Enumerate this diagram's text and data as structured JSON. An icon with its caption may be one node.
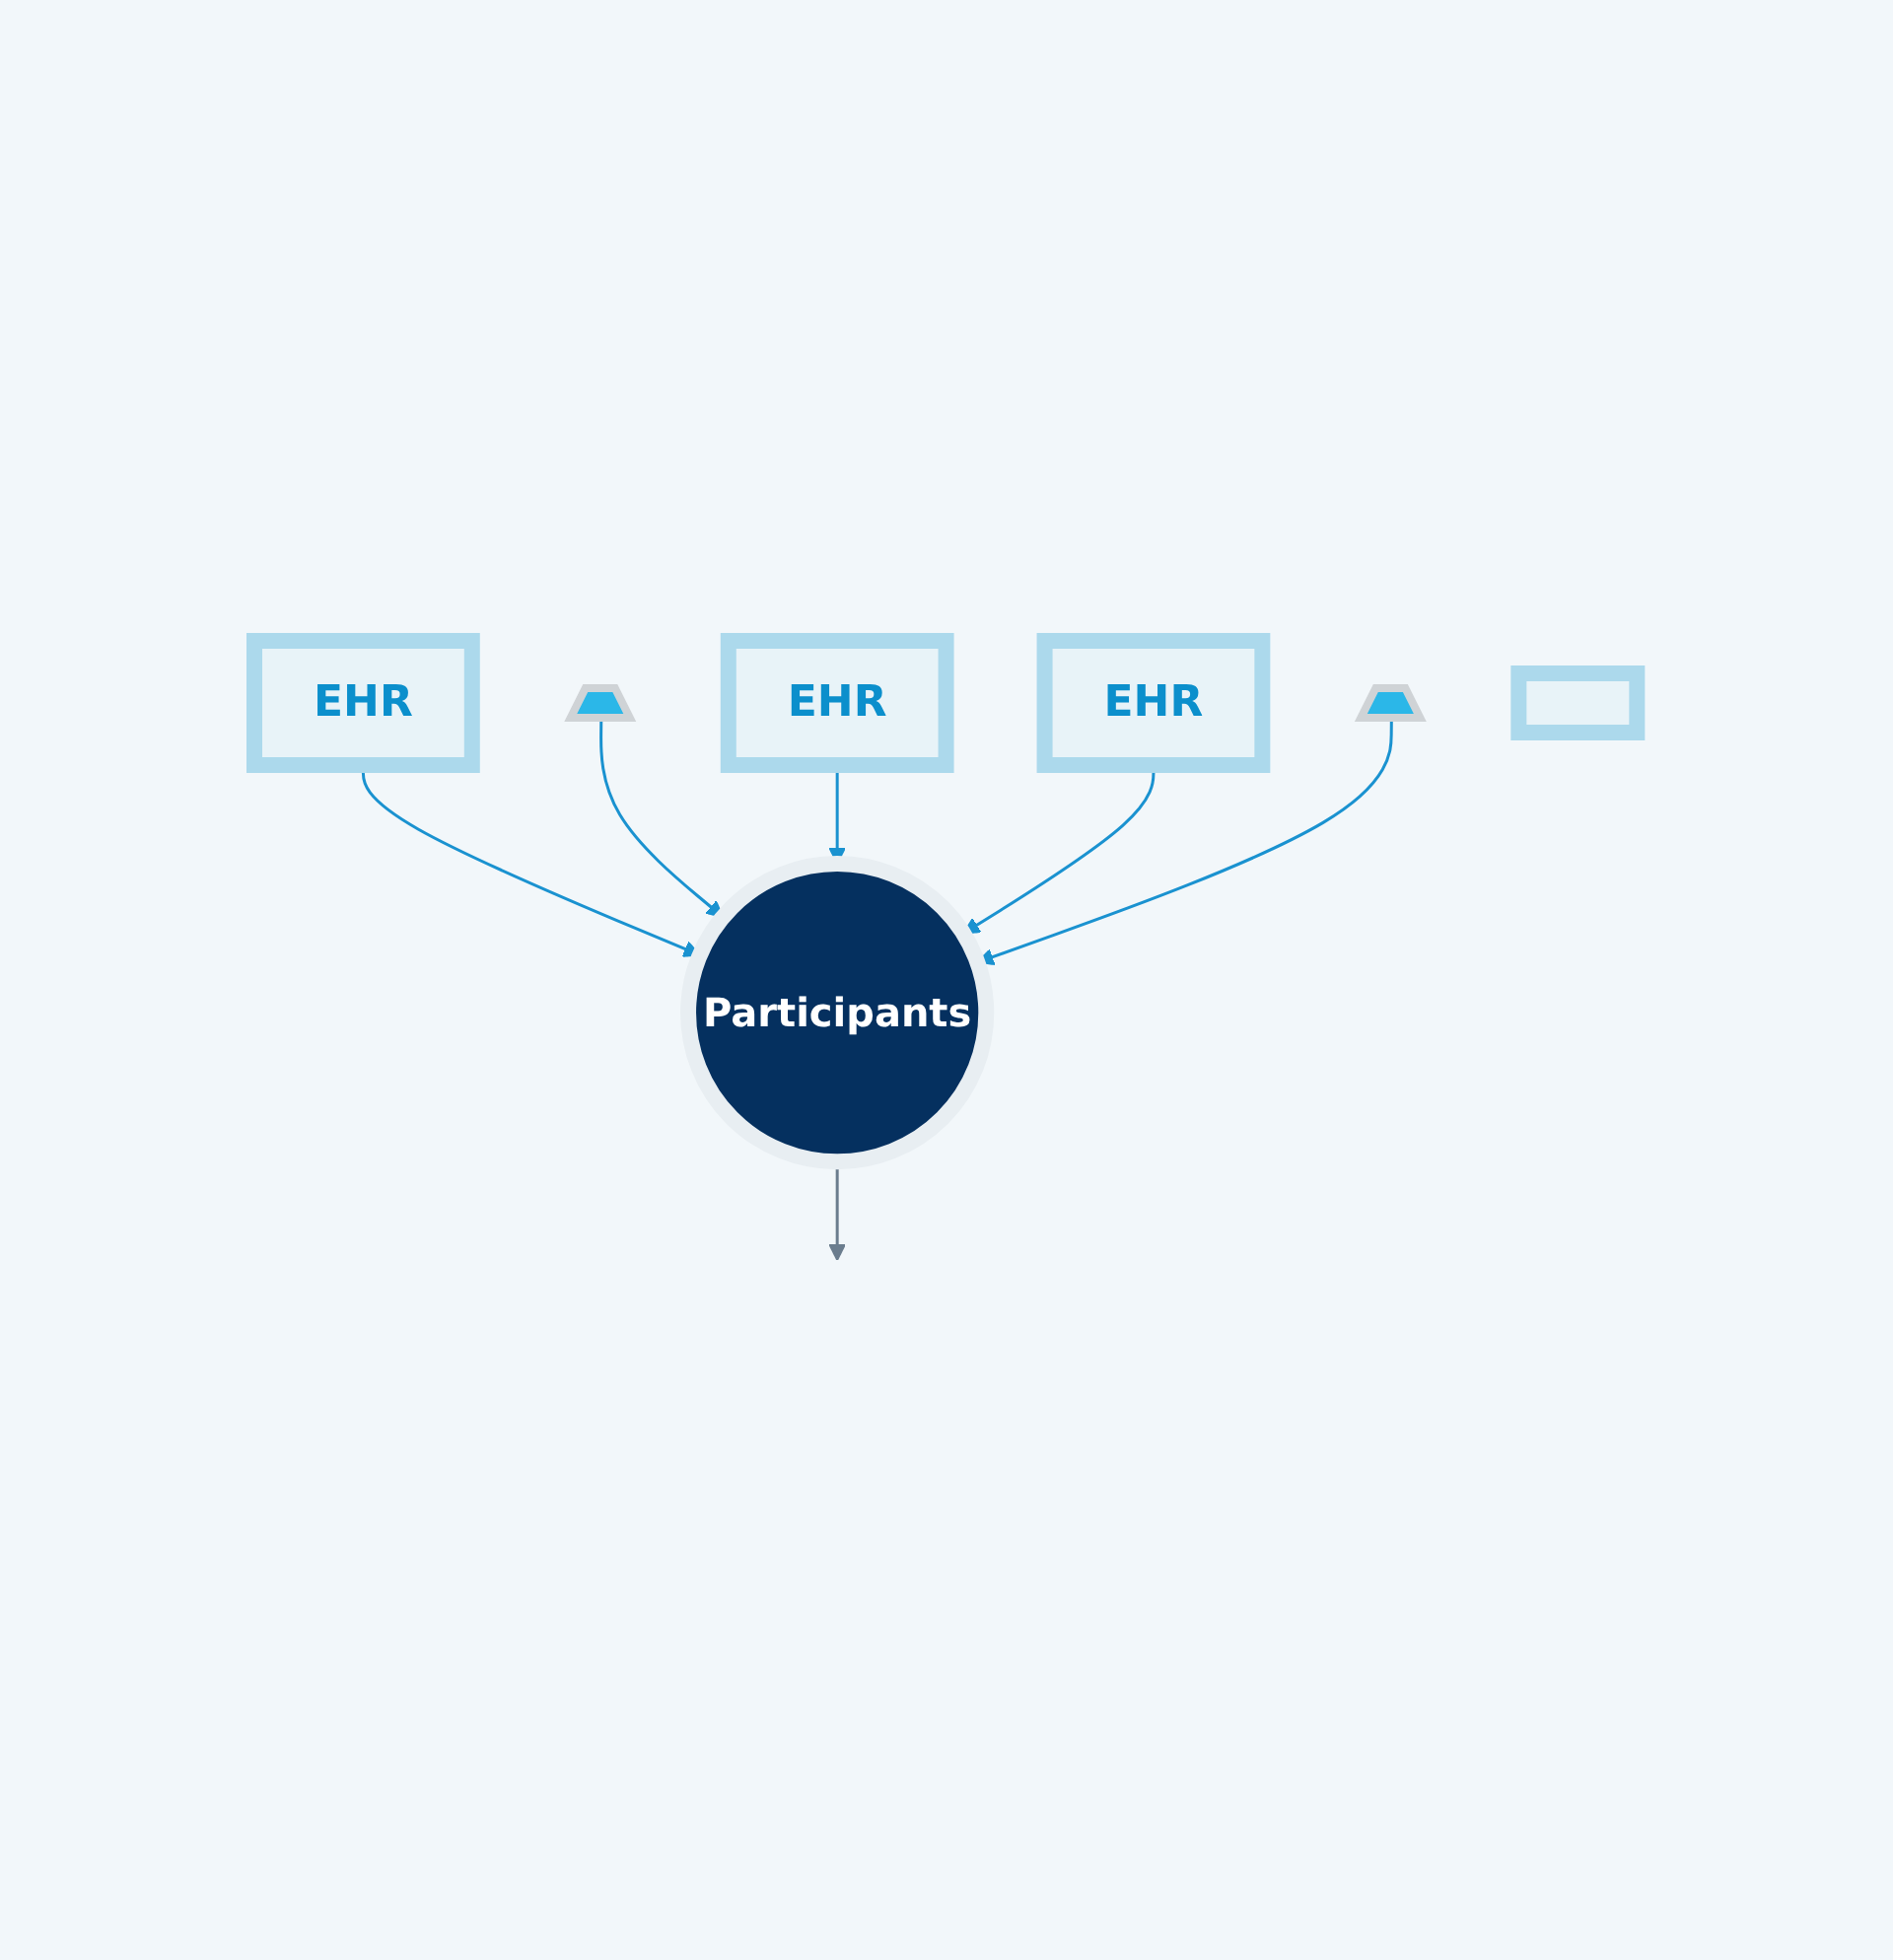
{
  "diagram": {
    "nodes": [
      {
        "text": [
          "EHR"
        ]
      },
      {
        "text": [],
        "shape": "envelope"
      },
      {
        "text": [
          "EHR"
        ]
      },
      {
        "text": [
          "EHR"
        ]
      },
      {
        "text": [
          "Participants"
        ]
      },
      {
        "text": [],
        "shape": "envelope"
      },
      {
        "text": [],
        "shape": "box"
      }
    ],
    "edges": [
      {
        "from": 0,
        "to": 4,
        "arrow": "to"
      },
      {
        "from": 1,
        "to": 4,
        "arrow": "to"
      },
      {
        "from": 2,
        "to": 4,
        "arrow": "to"
      },
      {
        "from": 3,
        "to": 4,
        "arrow": "to"
      },
      {
        "from": 5,
        "to": 4,
        "arrow": "to"
      },
      {
        "from": 4,
        "to": null,
        "arrow": "to",
        "color": "#6b7d8e"
      }
    ]
  }
}
